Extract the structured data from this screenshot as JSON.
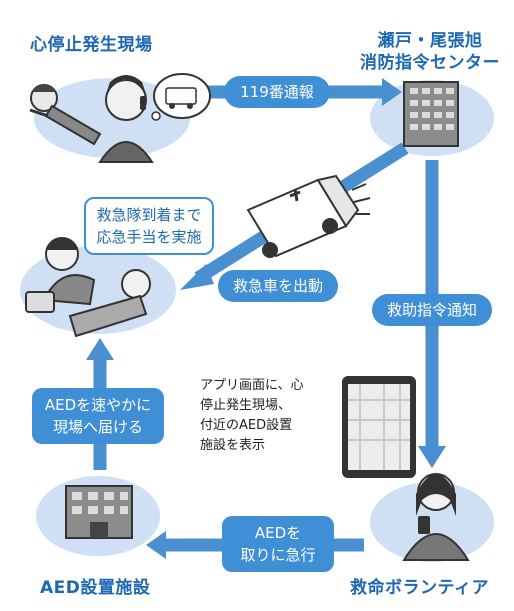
{
  "title_scene": "心停止発生現場",
  "title_center": [
    "瀬戸・尾張旭",
    "消防指令センター"
  ],
  "arrow_119": "119番通報",
  "bubble_first_aid": [
    "救急隊到着まで",
    "応急手当を実施"
  ],
  "arrow_ambulance": "救急車を出動",
  "arrow_rescue": "救助指令通知",
  "app_note": [
    "アプリ画面に、心",
    "停止発生現場、",
    "付近のAED設置",
    "施設を表示"
  ],
  "box_deliver": [
    "AEDを速やかに",
    "現場へ届ける"
  ],
  "arrow_fetch": [
    "AEDを",
    "取りに急行"
  ],
  "title_facility": "AED設置施設",
  "title_volunteer": "救命ボランティア",
  "colors": {
    "arrow": "#4a8fd0",
    "accent": "#1e68b3",
    "ellipse": "#cfe0f4"
  }
}
